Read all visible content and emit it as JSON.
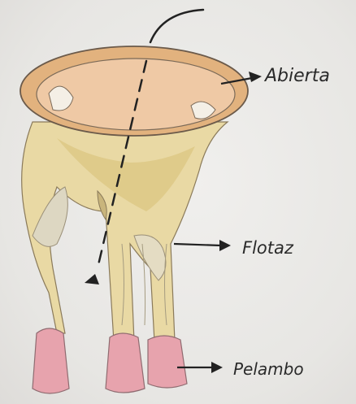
{
  "labels": {
    "top": "Abierta",
    "middle": "Flotaz",
    "bottom": "Pelambo"
  },
  "colors": {
    "paper": "#ecebe9",
    "rim": "#e2b27e",
    "rim_inner": "#efc9a5",
    "rim_outline": "#6b5a4a",
    "body": "#e9d9a4",
    "body_shade": "#d9c27a",
    "stalk": "#e6dbb6",
    "tip": "#e7a3ad",
    "tip_dark": "#d6808f",
    "ink": "#222222"
  }
}
